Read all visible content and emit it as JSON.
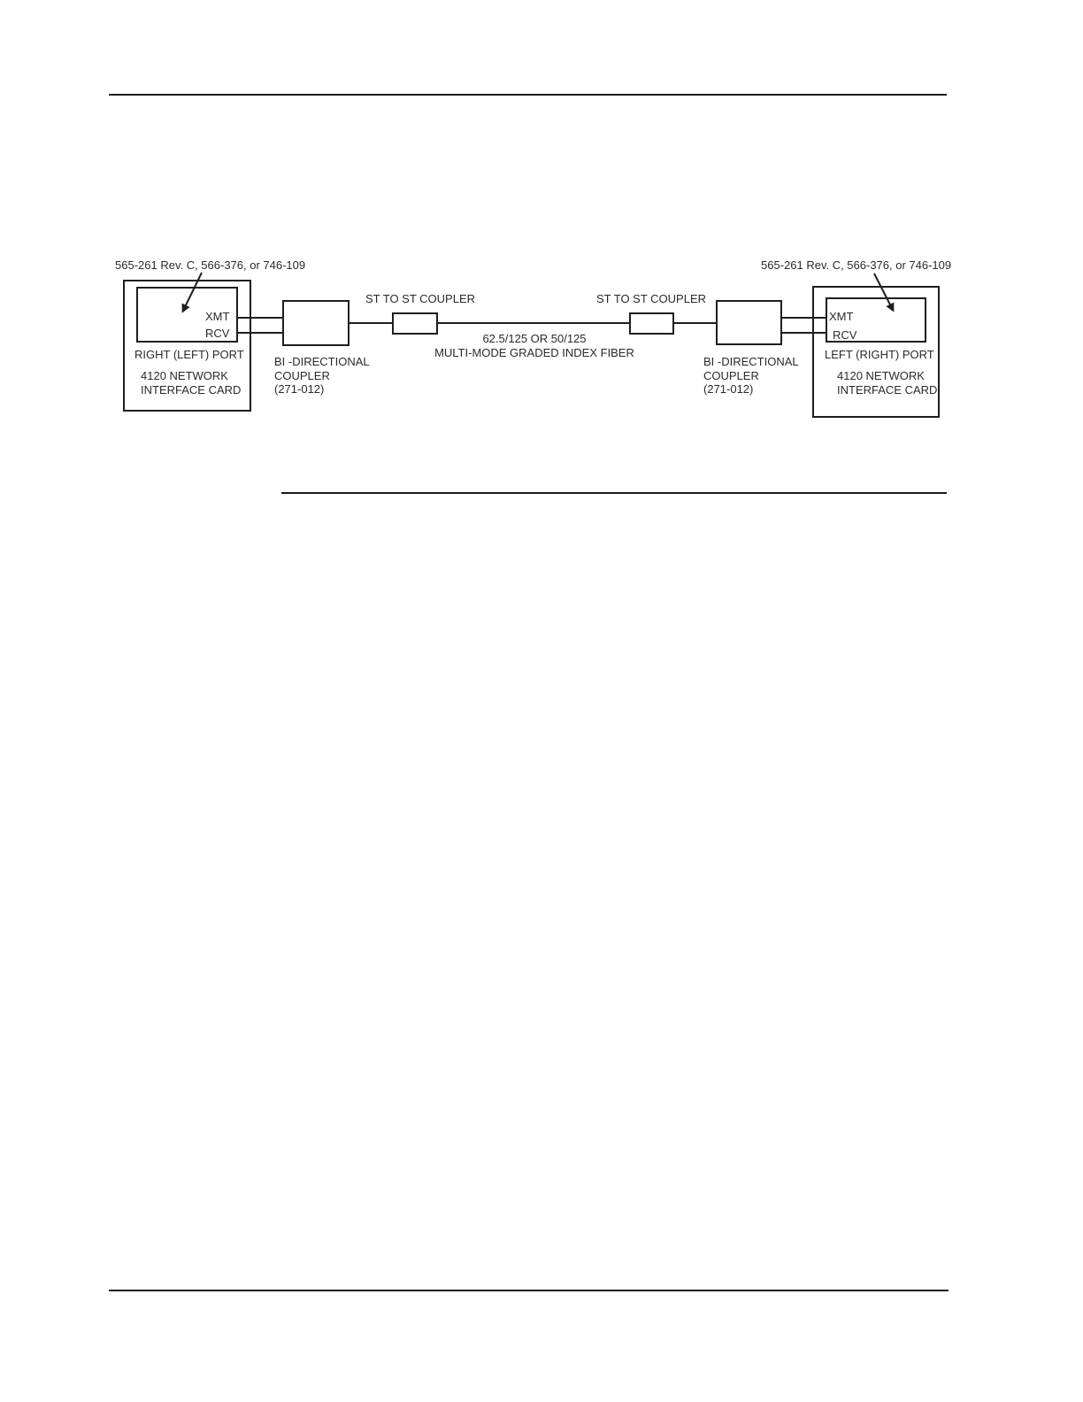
{
  "diagram": {
    "left_card": {
      "part_numbers": "565-261 Rev. C, 566-376, or 746-109",
      "xmt": "XMT",
      "rcv": "RCV",
      "port": "RIGHT (LEFT) PORT",
      "card_line1": "4120 NETWORK",
      "card_line2": "INTERFACE CARD"
    },
    "left_coupler": {
      "line1": "BI -DIRECTIONAL",
      "line2": "COUPLER",
      "line3": "(271-012)"
    },
    "st_coupler_left": "ST TO ST COUPLER",
    "st_coupler_right": "ST TO ST COUPLER",
    "fiber": {
      "line1": "62.5/125 OR 50/125",
      "line2": "MULTI-MODE GRADED INDEX FIBER"
    },
    "right_coupler": {
      "line1": "BI -DIRECTIONAL",
      "line2": "COUPLER",
      "line3": "(271-012)"
    },
    "right_card": {
      "part_numbers": "565-261 Rev. C, 566-376, or 746-109",
      "xmt": "XMT",
      "rcv": "RCV",
      "port": "LEFT (RIGHT) PORT",
      "card_line1": "4120 NETWORK",
      "card_line2": "INTERFACE CARD"
    }
  }
}
